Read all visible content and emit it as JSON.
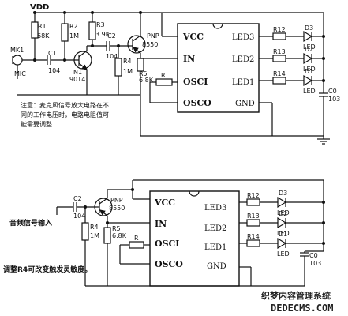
{
  "top": {
    "vdd": "VDD",
    "mic_ref": "MK1",
    "mic_label": "MIC",
    "c1": "C1",
    "c1_val": "104",
    "r1": "R1",
    "r1_val": "68K",
    "r2": "R2",
    "r2_val": "1M",
    "r3": "R3",
    "r3_val": "3.9K",
    "c2": "C2",
    "c2_val": "104",
    "n1": "N1",
    "n1_val": "9014",
    "r4": "R4",
    "r4_val": "1M",
    "pnp": "PNP",
    "pnp_val": "8550",
    "r5": "R5",
    "r5_val": "6.8K",
    "r": "R",
    "ic_vcc": "VCC",
    "ic_in": "IN",
    "ic_osci": "OSCI",
    "ic_osco": "OSCO",
    "ic_led3": "LED3",
    "ic_led2": "LED2",
    "ic_led1": "LED1",
    "ic_gnd": "GND",
    "r12": "R12",
    "r13": "R13",
    "r14": "R14",
    "d3": "D3",
    "d2": "D2",
    "d1": "D1",
    "led": "LED",
    "c0": "C0",
    "c0_val": "103",
    "note_line1": "注意：麦克风信号放大电路在不",
    "note_line2": "同的工作电压时，电路电阻值可",
    "note_line3": "能需要调整"
  },
  "bottom": {
    "c2": "C2",
    "c2_val": "104",
    "pnp": "PNP",
    "pnp_val": "8550",
    "audio_input": "音频信号输入",
    "r4": "R4",
    "r4_val": "1M",
    "r5": "R5",
    "r5_val": "6.8K",
    "r": "R",
    "ic_vcc": "VCC",
    "ic_in": "IN",
    "ic_osci": "OSCI",
    "ic_osco": "OSCO",
    "ic_led3": "LED3",
    "ic_led2": "LED2",
    "ic_led1": "LED1",
    "ic_gnd": "GND",
    "r12": "R12",
    "r13": "R13",
    "r14": "R14",
    "d3": "D3",
    "d2": "D2",
    "d1": "D1",
    "led": "LED",
    "c0": "C0",
    "c0_val": "103",
    "adjust_note": "调整R4可改变触发灵敏度。"
  },
  "watermark": {
    "line1": "织梦内容管理系统",
    "line2": "DEDECMS.COM"
  }
}
